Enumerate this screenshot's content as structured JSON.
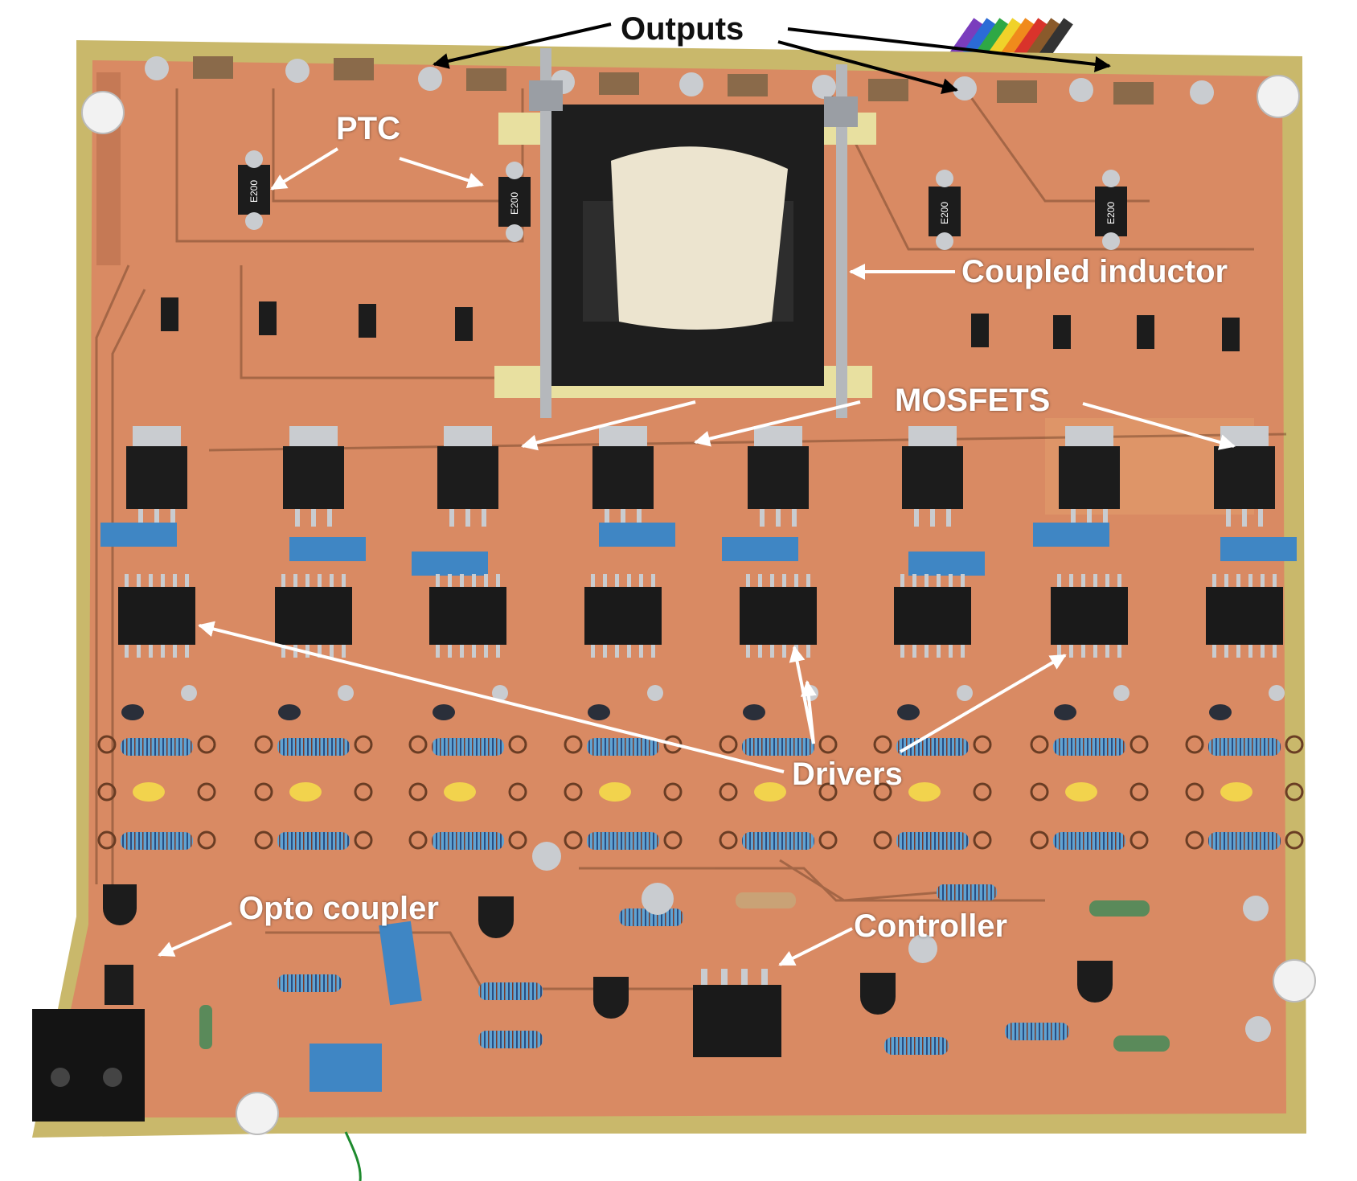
{
  "figure": {
    "labels": {
      "outputs": "Outputs",
      "ptc": "PTC",
      "coupled_inductor": "Coupled inductor",
      "mosfets": "MOSFETS",
      "drivers": "Drivers",
      "opto_coupler": "Opto coupler",
      "controller": "Controller"
    },
    "component_markings": {
      "ptc": "E200"
    },
    "colors": {
      "pcb_copper": "#d9875f",
      "pcb_edge": "#c7b86a",
      "component_black": "#1c1c1c",
      "capacitor_blue": "#3f86c4",
      "solder": "#c9ccd0",
      "dark_arrow": "#000000",
      "light_arrow": "#ffffff"
    }
  }
}
